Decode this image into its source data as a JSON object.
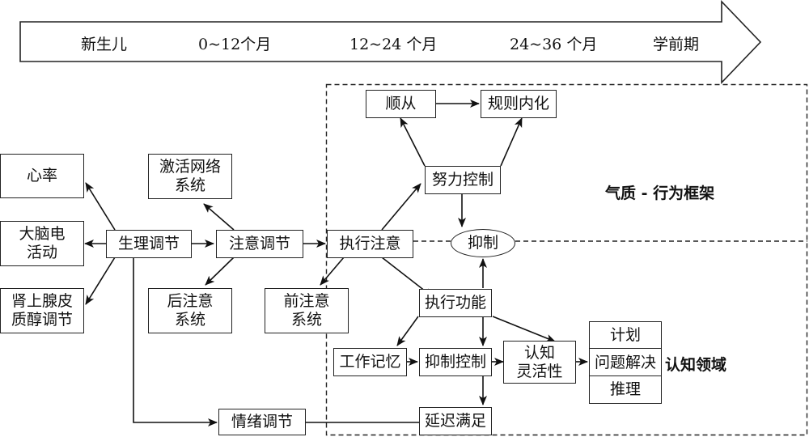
{
  "timeline": {
    "stages": [
      "新生儿",
      "0~12个月",
      "12~24 个月",
      "24~36 个月",
      "学前期"
    ]
  },
  "regions": {
    "temperament_label": "气质 - 行为框架",
    "cognitive_label": "认知领域"
  },
  "nodes": {
    "heart_rate": "心率",
    "brain_activity": "大脑电\n活动",
    "cortisol": "肾上腺皮\n质醇调节",
    "physiological_regulation": "生理调节",
    "arousal_network": "激活网络\n系统",
    "attention_regulation": "注意调节",
    "posterior_attention": "后注意\n系统",
    "anterior_attention": "前注意\n系统",
    "executive_attention": "执行注意",
    "compliance": "顺从",
    "rule_internalization": "规则内化",
    "effortful_control": "努力控制",
    "inhibition": "抑制",
    "executive_function": "执行功能",
    "working_memory": "工作记忆",
    "inhibitory_control": "抑制控制",
    "cognitive_flexibility": "认知\n灵活性",
    "planning": "计划",
    "problem_solving": "问题解决",
    "reasoning": "推理",
    "delay_of_gratification": "延迟满足",
    "emotion_regulation": "情绪调节"
  }
}
